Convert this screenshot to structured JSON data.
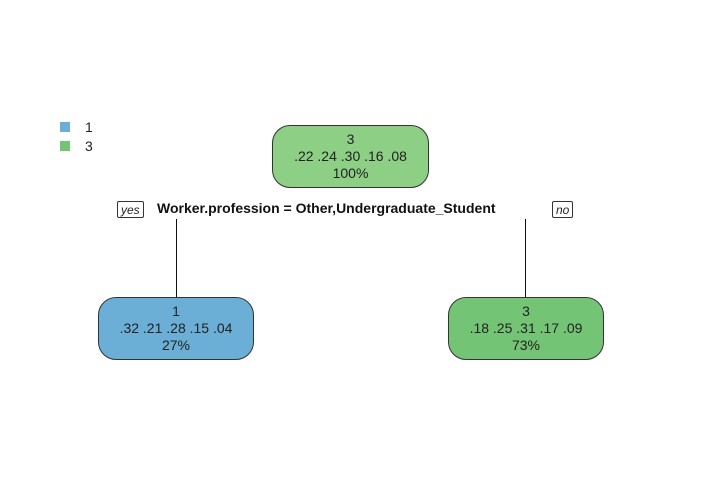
{
  "legend": {
    "items": [
      {
        "label": "1",
        "color": "#6baed6"
      },
      {
        "label": "3",
        "color": "#74c476"
      }
    ]
  },
  "tree": {
    "root": {
      "class": "3",
      "probs": ".22  .24  .30  .16  .08",
      "percent": "100%",
      "color": "#8dcf85"
    },
    "split": {
      "yes_label": "yes",
      "no_label": "no",
      "rule": "Worker.profession = Other,Undergraduate_Student"
    },
    "left": {
      "class": "1",
      "probs": ".32  .21  .28  .15  .04",
      "percent": "27%",
      "color": "#6baed6"
    },
    "right": {
      "class": "3",
      "probs": ".18  .25  .31  .17  .09",
      "percent": "73%",
      "color": "#74c476"
    }
  }
}
